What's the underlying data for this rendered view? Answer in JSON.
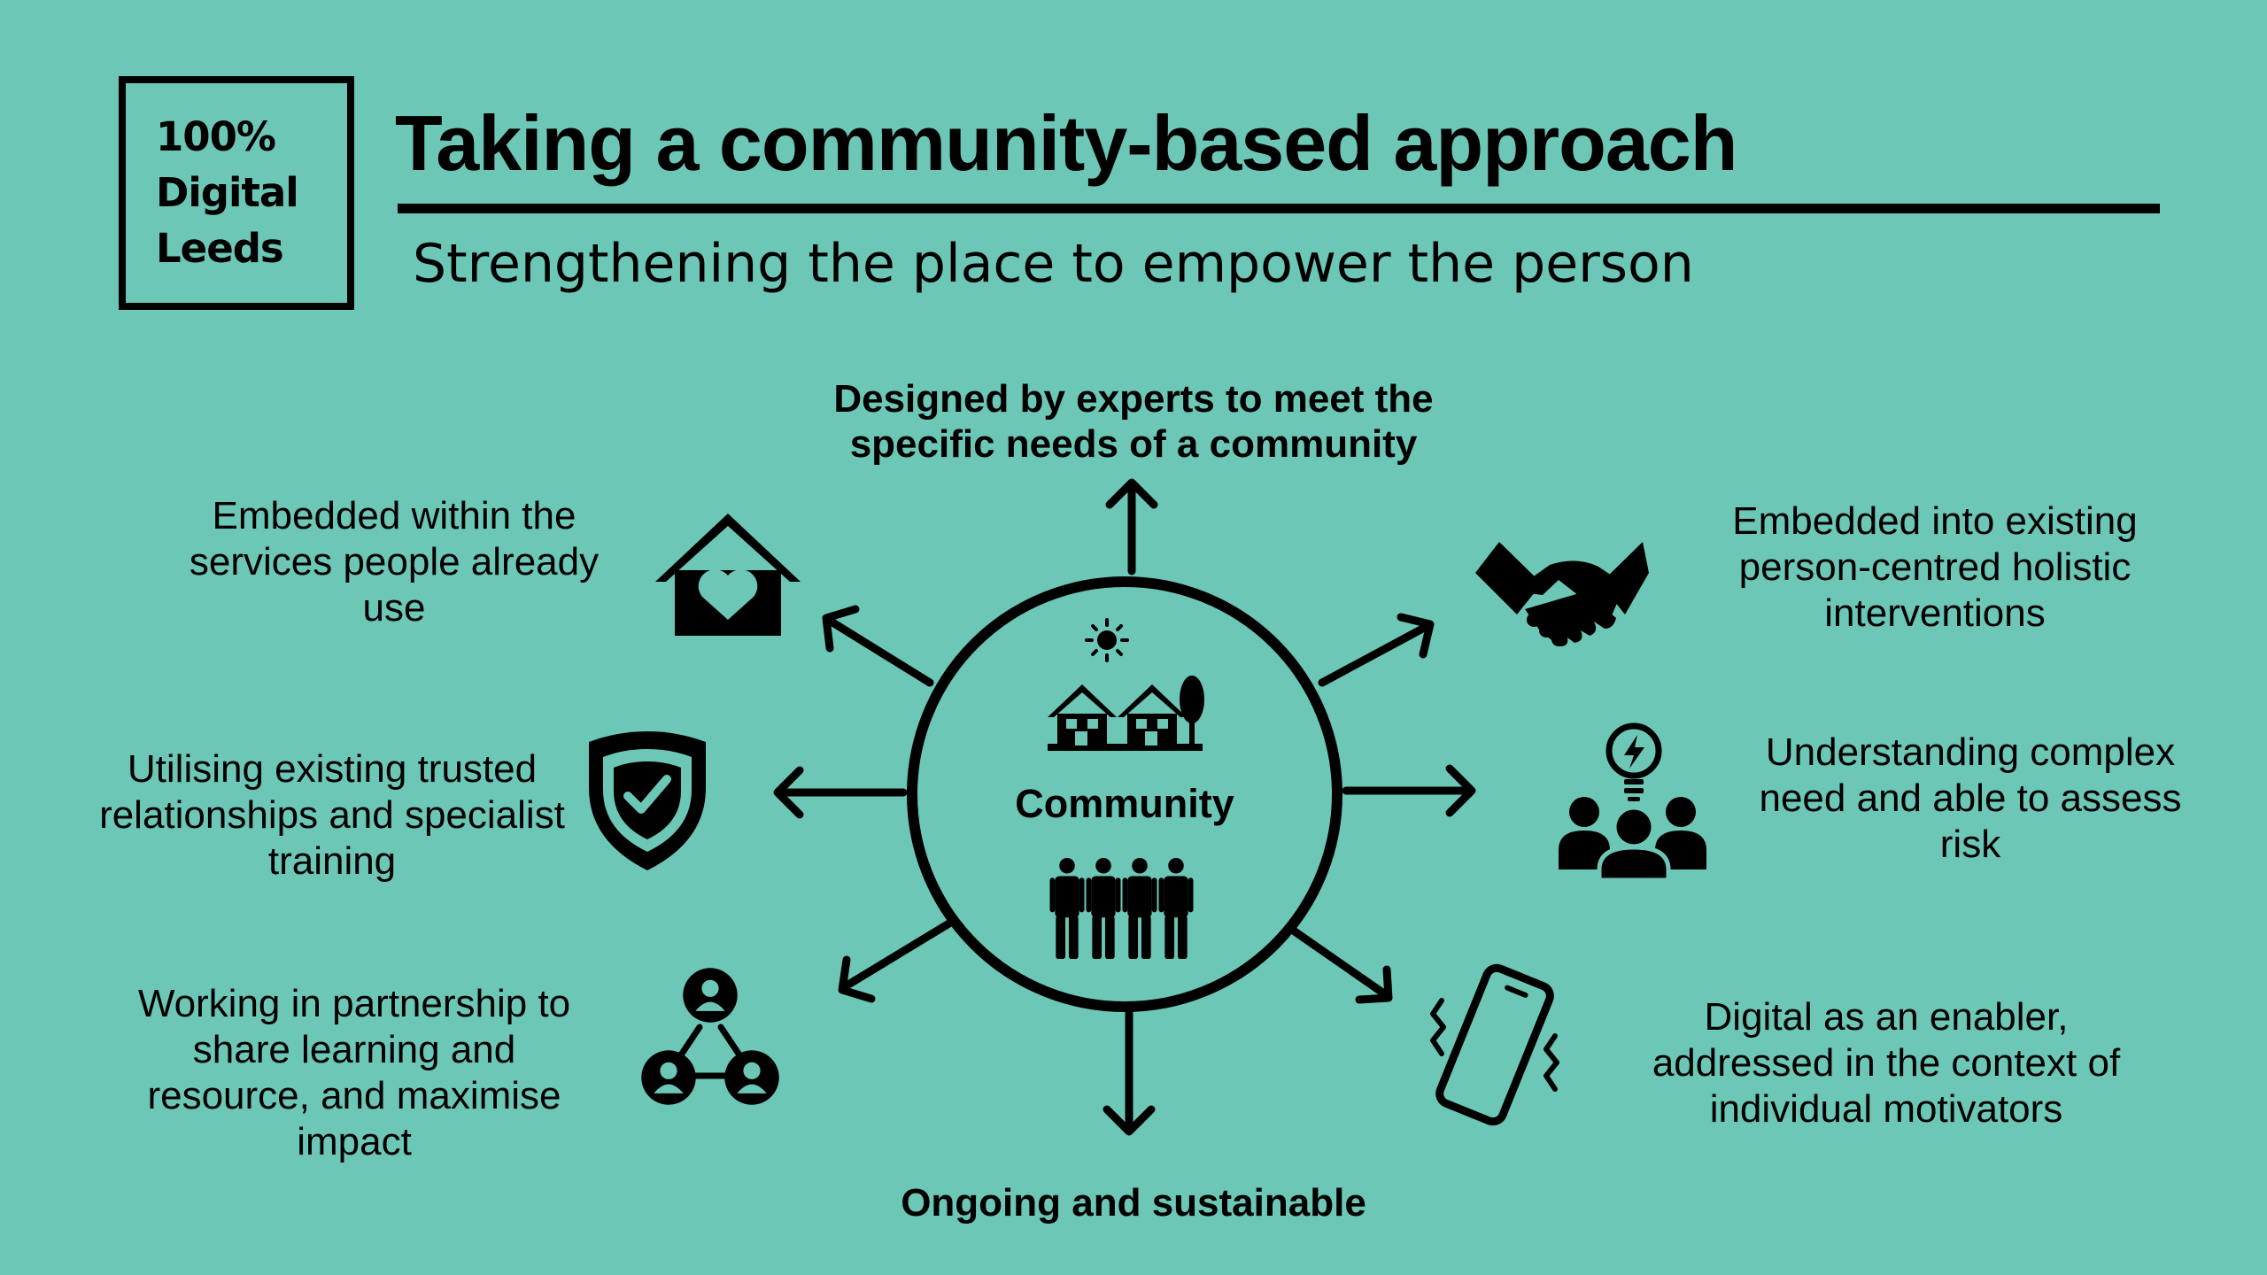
{
  "logo": {
    "lines": [
      "100%",
      "Digital",
      "Leeds"
    ]
  },
  "header": {
    "title": "Taking a community-based approach",
    "subtitle": "Strengthening the place to empower the person"
  },
  "diagram": {
    "center_label": "Community",
    "items": {
      "top": "Designed by experts to meet the specific needs of a community",
      "upper_left": "Embedded within the services people already use",
      "upper_right": "Embedded into existing person-centred holistic interventions",
      "middle_left": "Utilising existing trusted relationships and specialist training",
      "middle_right": "Understanding complex need and able to assess risk",
      "lower_left": "Working in partnership to share learning and resource, and maximise impact",
      "lower_right": "Digital as an enabler, addressed in the context of individual motivators",
      "bottom": "Ongoing and sustainable"
    },
    "icons": {
      "upper_left": "house-heart-icon",
      "upper_right": "handshake-icon",
      "middle_left": "shield-check-icon",
      "middle_right": "team-lightbulb-icon",
      "lower_left": "network-people-icon",
      "lower_right": "vibrating-phone-icon",
      "center_top": "houses-sun-icon",
      "center_bottom": "people-group-icon"
    },
    "colors": {
      "background": "#6cc7b6",
      "ink": "#000000"
    }
  }
}
